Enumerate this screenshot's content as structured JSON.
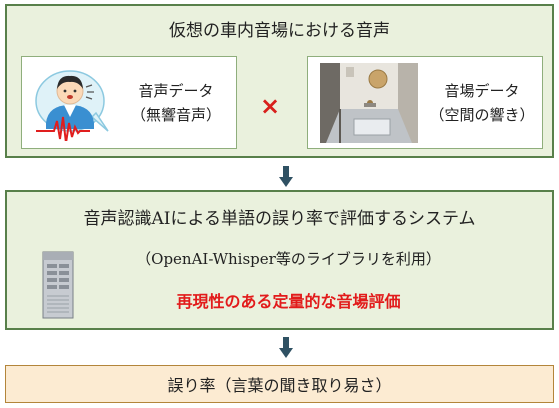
{
  "top_panel": {
    "title": "仮想の車内音場における音声",
    "voice_card": {
      "line1": "音声データ",
      "line2": "（無響音声）"
    },
    "combine_symbol": "×",
    "room_card": {
      "line1": "音場データ",
      "line2": "（空間の響き）"
    }
  },
  "middle_panel": {
    "title": "音声認識AIによる単語の誤り率で評価するシステム",
    "subtitle": "（OpenAI-Whisper等のライブラリを利用）",
    "emphasis": "再現性のある定量的な音場評価",
    "emphasis_color": "#e21b1b"
  },
  "bottom_panel": {
    "text": "誤り率（言葉の聞き取り易さ）"
  },
  "colors": {
    "panel_fill": "#eaf1dd",
    "panel_border": "#58804a",
    "arrow": "#2f5163",
    "result_fill": "#fcebd2",
    "result_border": "#b3853a"
  },
  "icons": [
    "speaking-person-icon",
    "sound-wave-icon",
    "room-photo",
    "arrow-down-icon",
    "server-icon"
  ]
}
